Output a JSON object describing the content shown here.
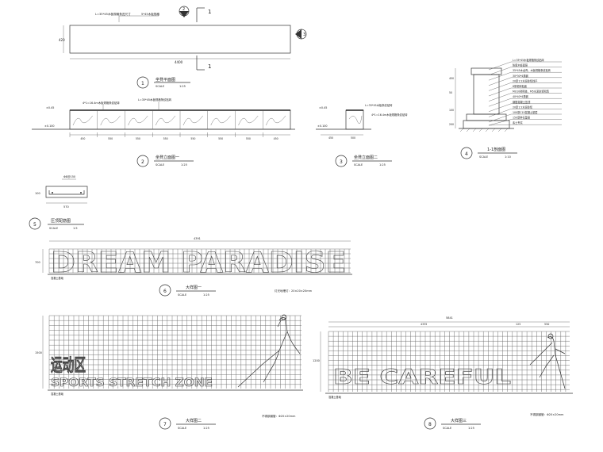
{
  "sheet": {
    "plan": {
      "title": "坐凳平面图",
      "num": "1",
      "scale_label": "SCALE",
      "scale": "1:25",
      "note_left": "L=35*45木板规格条进尺寸",
      "note_right": "5*45木板规格",
      "dim_height": "420",
      "dim_length": "4400",
      "section_mark": "1",
      "view_mark_top": "2",
      "view_mark_right": "3"
    },
    "elevation1": {
      "title": "坐凳立面图一",
      "num": "2",
      "scale_label": "SCALE",
      "scale": "1:25",
      "note1": "4*1=16.4m木板规格条纹贴砖",
      "note2": "L=35*45木板规格条纹贴砖",
      "level_top": "±0.45",
      "level_base": "±0.100",
      "dims": [
        "450",
        "550",
        "550",
        "550",
        "550",
        "550",
        "550",
        "450"
      ]
    },
    "elevation2": {
      "title": "坐凳立面图二",
      "num": "3",
      "scale_label": "SCALE",
      "scale": "1:25",
      "note1": "L=35*45木板条纹贴砖",
      "note2": "4*1=16.4m木板规格条纹贴砖",
      "level_top": "±0.45",
      "level_base": "±0.100",
      "dims": [
        "450",
        "500"
      ]
    },
    "section": {
      "title": "1-1剖面图",
      "num": "4",
      "scale_label": "SCALE",
      "scale": "1:10",
      "callouts": [
        "L=35*45木板规格条纹贴砖",
        "防腐木板面层",
        "35*45木龙骨，木板规格条纹贴砖",
        "30*30*4角钢",
        "20厚1:2水泥砂浆找平",
        "6厚瓷砖贴面",
        "MU10砖砌体，M5水泥砂浆砌筑",
        "40*40*4角钢",
        "钢筋混凝土压顶",
        "20厚1:2水泥砂浆",
        "100厚C15混凝土垫层",
        "150厚碎石垫层",
        "素土夯实"
      ],
      "dims_left": [
        "450",
        "50",
        "100",
        "200"
      ]
    },
    "seat_detail": {
      "title": "压顶配筋图",
      "num": "5",
      "scale_label": "SCALE",
      "scale": "1:5",
      "dim_top": "Φ8@150",
      "dim_left": "100",
      "dim_bottom": "570"
    },
    "sign1": {
      "title": "大样图一",
      "num": "6",
      "scale_label": "SCALE",
      "scale": "1:25",
      "text": "DREAM PARADISE",
      "dim_width": "4391",
      "dim_height": "700",
      "note": "灯光地埋灯：20×20×20mm",
      "base_label": "混凝土基础"
    },
    "sign2": {
      "title": "大样图二",
      "num": "7",
      "scale_label": "SCALE",
      "scale": "1:25",
      "cn_text": "运动区",
      "en_text": "SPORTS STRETCH ZONE",
      "dim_height": "1500",
      "note": "不锈钢钢管：Φ20×20mm",
      "base_label": "混凝土基础"
    },
    "sign3": {
      "title": "大样图三",
      "num": "8",
      "scale_label": "SCALE",
      "scale": "1:25",
      "text": "BE CAREFUL",
      "dim_total": "5841",
      "dims_top": [
        "4335",
        "125",
        "550"
      ],
      "dim_height": "1200",
      "note": "不锈钢钢管：Φ20×20mm",
      "base_label": "混凝土基础"
    }
  }
}
